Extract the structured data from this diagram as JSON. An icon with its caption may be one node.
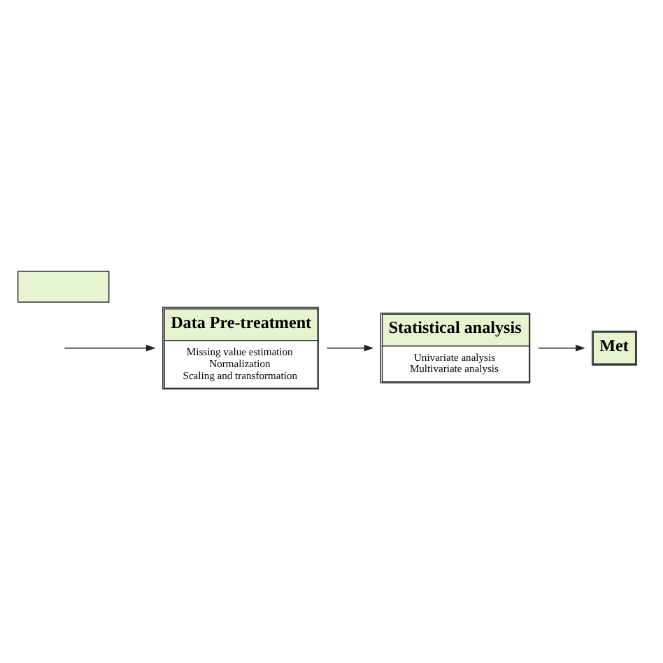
{
  "diagram": {
    "nodes": [
      {
        "text": [
          "Data Pre-treatment",
          "Missing value estimation",
          "Normalization",
          "Scaling and transformation"
        ]
      },
      {
        "text": [
          "Statistical analysis",
          "Univariate analysis",
          "Multivariate analysis"
        ]
      },
      {
        "text": [
          "Met"
        ]
      },
      {
        "text": [],
        "shape": "box"
      }
    ],
    "edges": [
      {
        "from": null,
        "to": 0,
        "arrow": "to"
      },
      {
        "from": 0,
        "to": 1,
        "arrow": "to"
      },
      {
        "from": 1,
        "to": 2,
        "arrow": "to"
      }
    ]
  }
}
